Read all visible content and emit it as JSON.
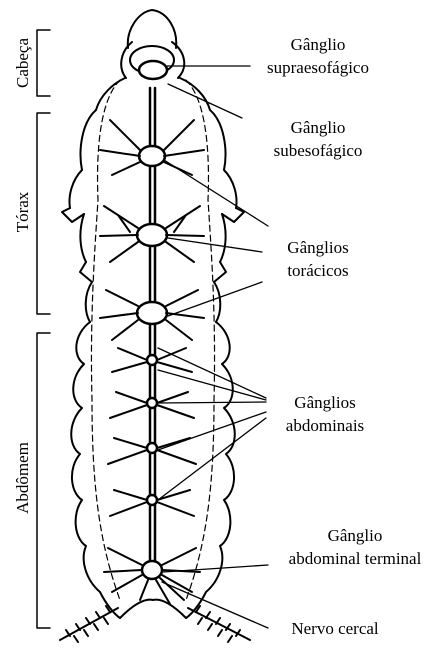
{
  "regions": {
    "head": "Cabeça",
    "thorax": "Tórax",
    "abdomen": "Abdômem"
  },
  "labels": {
    "supra_1": "Gânglio",
    "supra_2": "supraesofágico",
    "sub_1": "Gânglio",
    "sub_2": "subesofágico",
    "thor_1": "Gânglios",
    "thor_2": "torácicos",
    "abd_1": "Gânglios",
    "abd_2": "abdominais",
    "term_1": "Gânglio",
    "term_2": "abdominal terminal",
    "cercal": "Nervo cercal"
  },
  "colors": {
    "ink": "#000000",
    "background": "#ffffff"
  }
}
